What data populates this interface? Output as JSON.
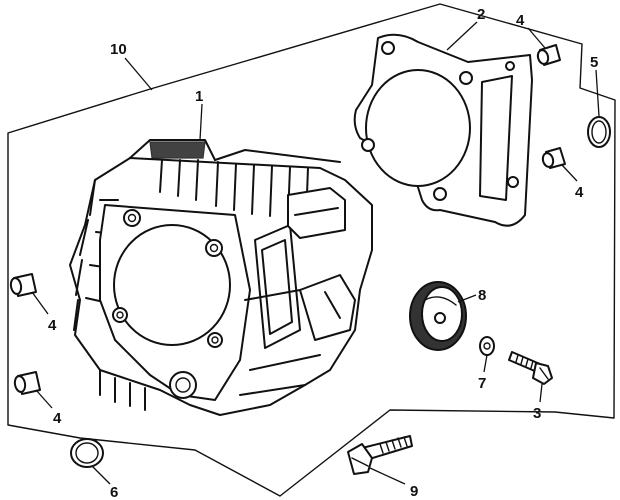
{
  "diagram": {
    "callouts": {
      "c1": "1",
      "c2": "2",
      "c3": "3",
      "c4a": "4",
      "c4b": "4",
      "c4c": "4",
      "c4d": "4",
      "c5": "5",
      "c6": "6",
      "c7": "7",
      "c8": "8",
      "c9": "9",
      "c10": "10"
    },
    "parts": [
      {
        "id": "1",
        "name": "cylinder-head"
      },
      {
        "id": "2",
        "name": "cylinder-head-gasket"
      },
      {
        "id": "3",
        "name": "bolt"
      },
      {
        "id": "4",
        "name": "dowel-pin"
      },
      {
        "id": "5",
        "name": "o-ring"
      },
      {
        "id": "6",
        "name": "o-ring"
      },
      {
        "id": "7",
        "name": "washer"
      },
      {
        "id": "8",
        "name": "cover-cap"
      },
      {
        "id": "9",
        "name": "bolt"
      },
      {
        "id": "10",
        "name": "cylinder-head-assembly"
      }
    ]
  }
}
